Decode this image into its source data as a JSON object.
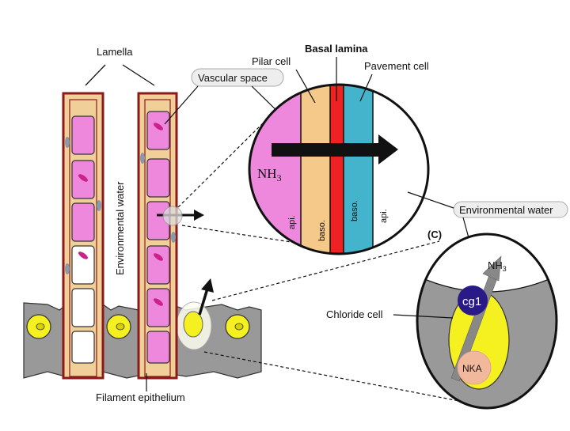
{
  "labels": {
    "lamella": "Lamella",
    "vascular_space": "Vascular space",
    "environmental_water_vertical": "Environmental water",
    "pillar_cell": "Pilar cell",
    "basal_lamina": "Basal lamina",
    "pavement_cell": "Pavement cell",
    "nh3_main": "NH",
    "nh3_main_sub": "3",
    "api_left": "api.",
    "baso_left": "baso.",
    "baso_right": "baso.",
    "api_right": "api.",
    "environmental_water_box": "Environmental water",
    "panel_c": "(C)",
    "nh3_small": "NH",
    "nh3_small_sub": "3",
    "chloride_cell": "Chloride cell",
    "cg1": "cg1",
    "nka": "NKA",
    "filament_epithelium": "Filament epithelium"
  },
  "colors": {
    "pink_cell": "#ee88dd",
    "pillar": "#f5c98a",
    "basal_lamina": "#ee2222",
    "pavement": "#44b3cc",
    "chloride_yellow": "#f5f020",
    "epithelium_gray": "#999999",
    "cg1_purple": "#2a1a88",
    "nka_peach": "#f2b89c"
  }
}
